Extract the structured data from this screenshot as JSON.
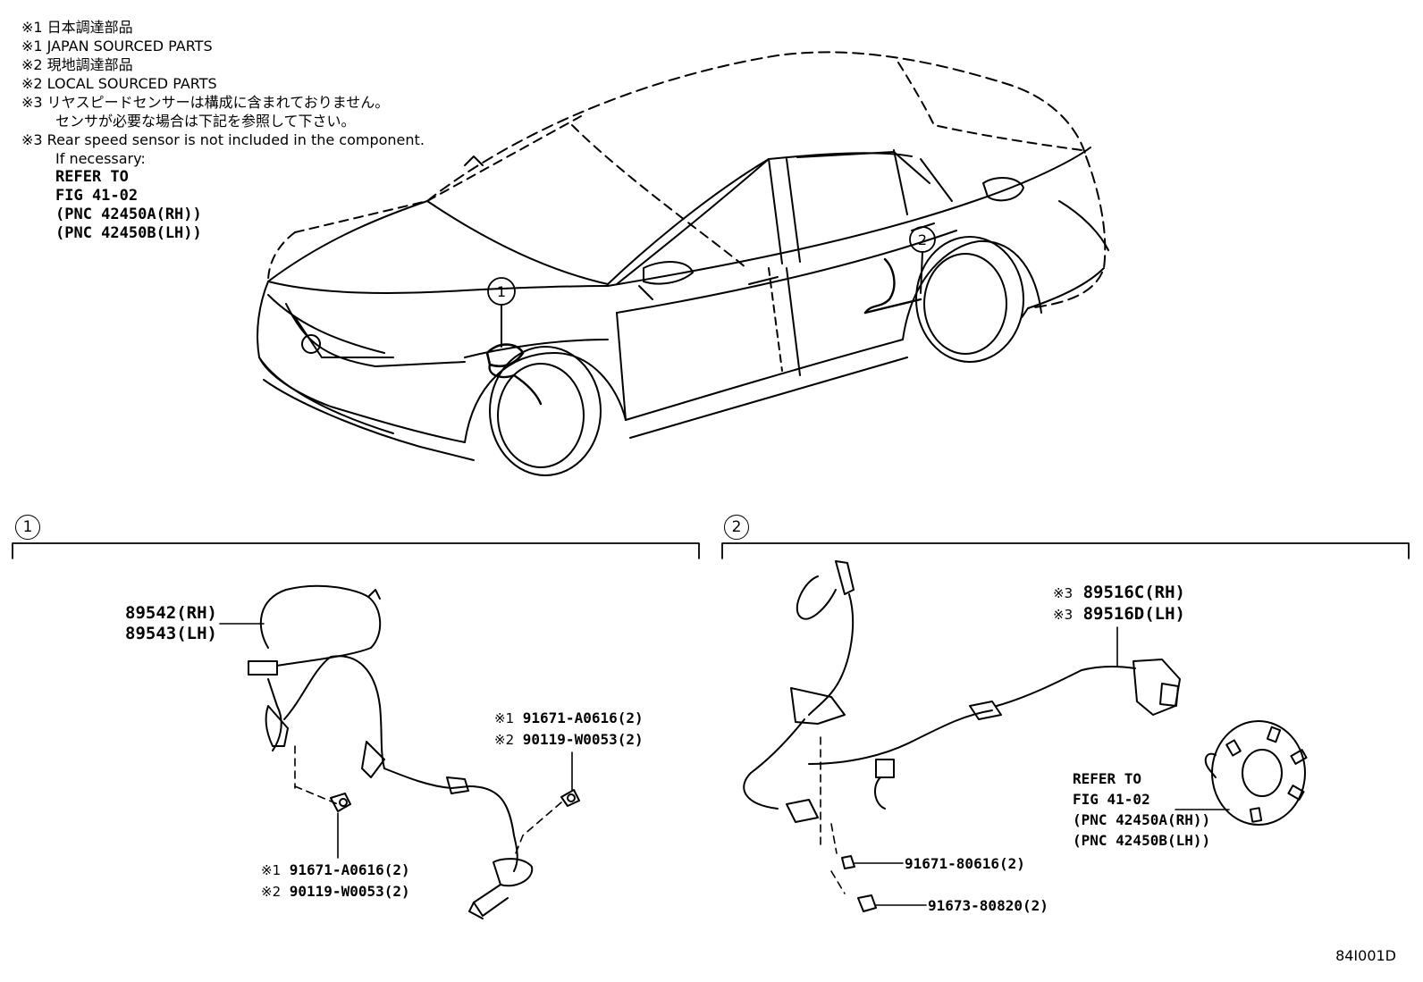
{
  "notes": {
    "lines": [
      "※1 日本調達部品",
      "※1 JAPAN SOURCED PARTS",
      "※2 現地調達部品",
      "※2 LOCAL SOURCED PARTS",
      "※3 リヤスピードセンサーは構成に含まれておりません。",
      "センサが必要な場合は下記を参照して下さい。",
      "※3 Rear speed sensor is not included in the component.",
      "If necessary:"
    ],
    "refer": [
      "REFER TO",
      "FIG 41-02",
      "(PNC 42450A(RH))",
      "(PNC 42450B(LH))"
    ]
  },
  "callouts": {
    "one": "1",
    "two": "2"
  },
  "section1": {
    "number": "1",
    "part_rh": "89542(RH)",
    "part_lh": "89543(LH)",
    "upper_bolt": {
      "s1": "※1",
      "p1": "91671-A0616(2)",
      "s2": "※2",
      "p2": "90119-W0053(2)"
    },
    "lower_bolt": {
      "s1": "※1",
      "p1": "91671-A0616(2)",
      "s2": "※2",
      "p2": "90119-W0053(2)"
    }
  },
  "section2": {
    "number": "2",
    "sensor": {
      "s1": "※3",
      "p1": "89516C(RH)",
      "s2": "※3",
      "p2": "89516D(LH)"
    },
    "refer": [
      "REFER TO",
      "FIG 41-02",
      "(PNC 42450A(RH))",
      "(PNC 42450B(LH))"
    ],
    "bolt_a": "91671-80616(2)",
    "bolt_b": "91673-80820(2)"
  },
  "figure_code": "84I001D"
}
